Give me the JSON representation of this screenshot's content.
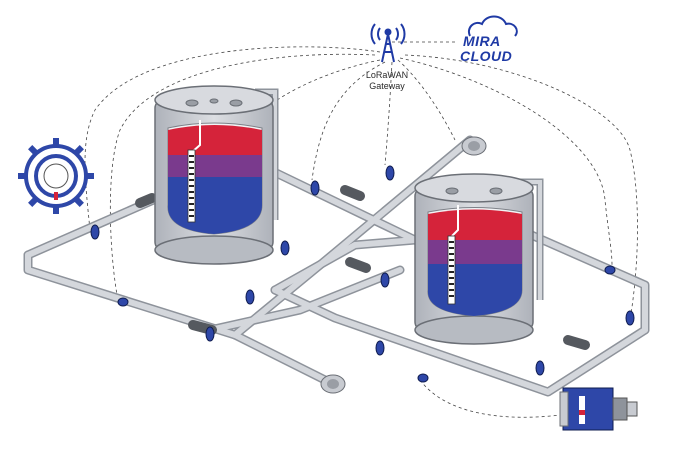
{
  "gateway": {
    "line1": "LoRaWAN",
    "line2": "Gateway"
  },
  "cloud": {
    "line1": "MIRA",
    "line2": "CLOUD"
  },
  "colors": {
    "brand_blue": "#1f3aa5",
    "pipe_gray": "#c3c6cc",
    "tank_gray": "#c9ccd2",
    "liquid_red": "#d5233a",
    "liquid_purple": "#7a3a8d",
    "liquid_blue": "#2e47a8"
  },
  "icons": [
    "antenna-tower-icon",
    "cloud-icon",
    "sensor-ring-icon",
    "pump-icon",
    "flow-meter-icon"
  ]
}
